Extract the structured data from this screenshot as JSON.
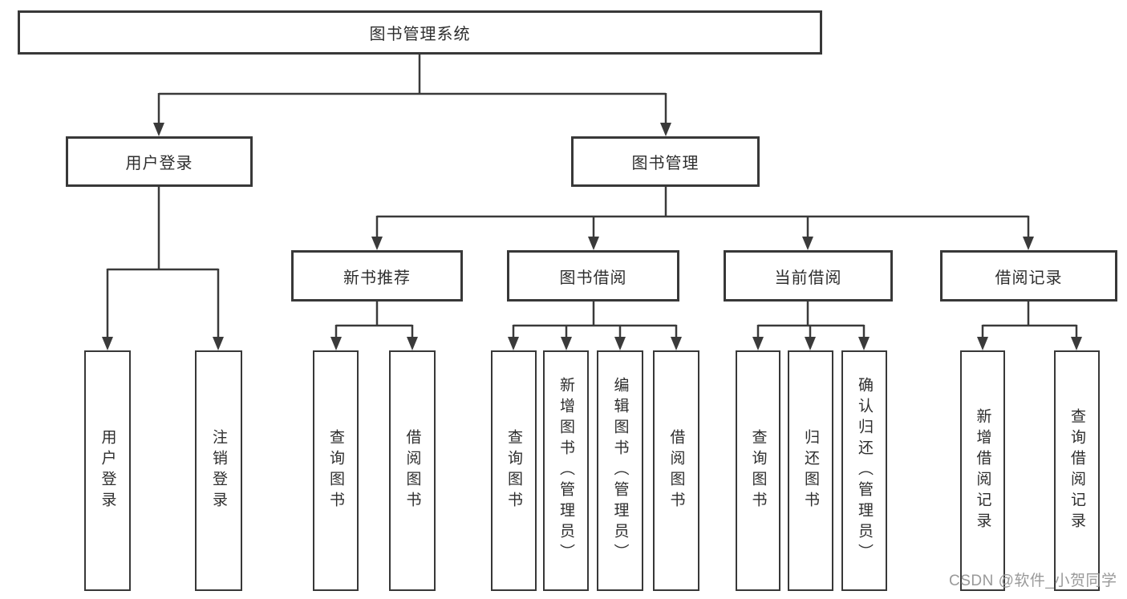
{
  "diagram": {
    "root": {
      "label": "图书管理系统"
    },
    "level2": [
      {
        "label": "用户登录"
      },
      {
        "label": "图书管理"
      }
    ],
    "level3": [
      {
        "label": "新书推荐"
      },
      {
        "label": "图书借阅"
      },
      {
        "label": "当前借阅"
      },
      {
        "label": "借阅记录"
      }
    ],
    "leaves": [
      {
        "label": "用户登录"
      },
      {
        "label": "注销登录"
      },
      {
        "label": "查询图书"
      },
      {
        "label": "借阅图书"
      },
      {
        "label": "查询图书"
      },
      {
        "label": "新增图书（管理员）"
      },
      {
        "label": "编辑图书（管理员）"
      },
      {
        "label": "借阅图书"
      },
      {
        "label": "查询图书"
      },
      {
        "label": "归还图书"
      },
      {
        "label": "确认归还（管理员）"
      },
      {
        "label": "新增借阅记录"
      },
      {
        "label": "查询借阅记录"
      }
    ],
    "colors": {
      "line": "#3a3a3a",
      "box_border": "#383838",
      "text": "#2e2e2e",
      "watermark": "#949494",
      "background": "#ffffff"
    }
  },
  "watermark": {
    "text": "CSDN @软件_小贺同学"
  }
}
